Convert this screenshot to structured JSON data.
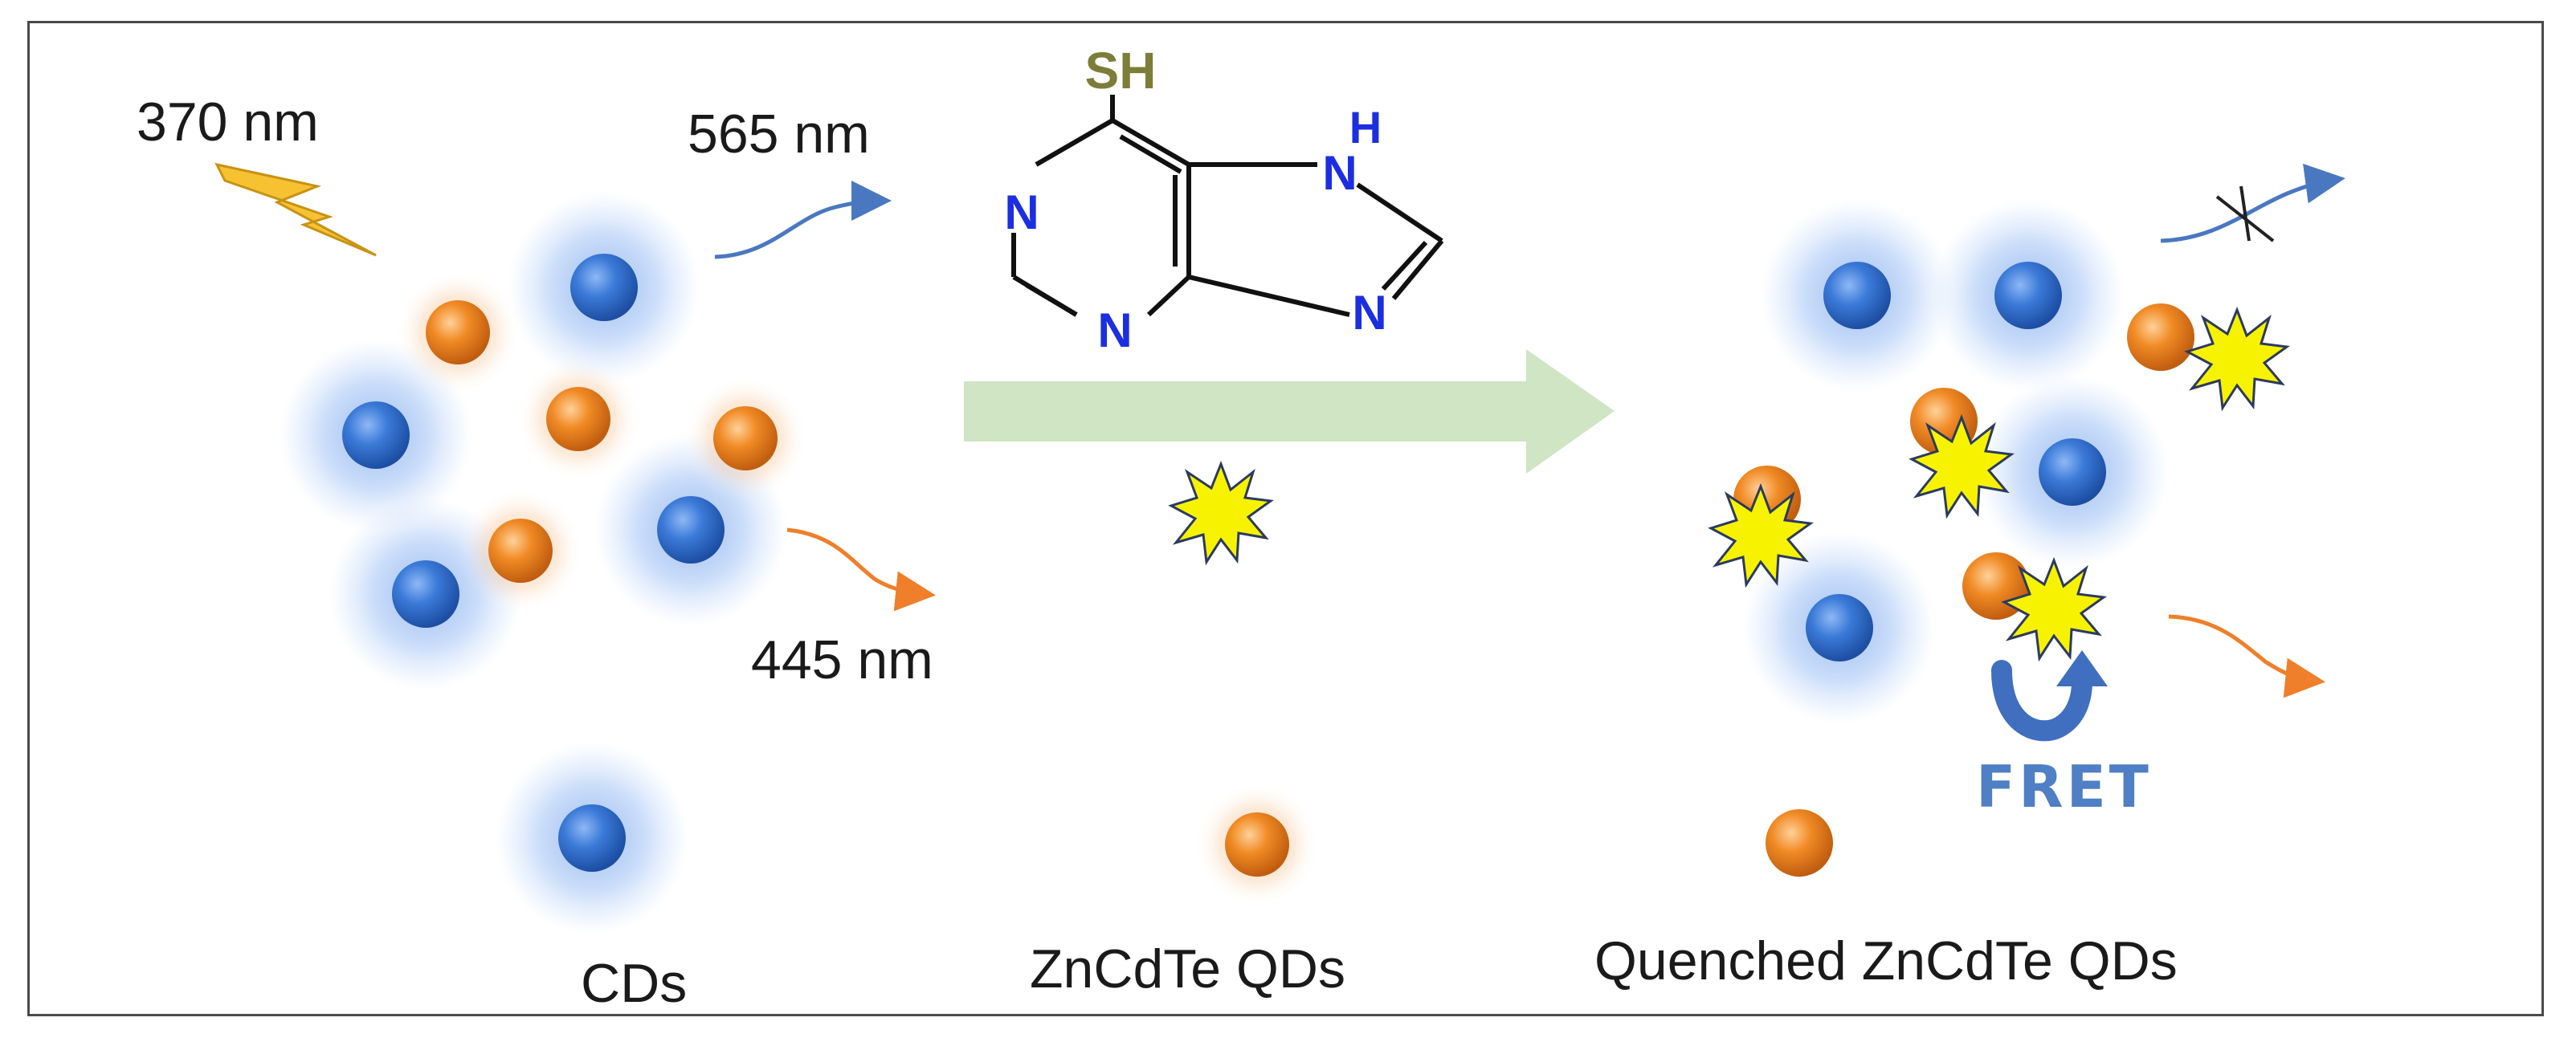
{
  "labels": {
    "excitation": "370 nm",
    "emission_orange": "565 nm",
    "emission_blue": "445 nm",
    "cds": "CDs",
    "qds": "ZnCdTe QDs",
    "quenched_qds": "Quenched ZnCdTe QDs",
    "fret": "FRET"
  },
  "molecule": {
    "thiol": "SH",
    "n1": "N",
    "n3": "N",
    "n7_h": "H",
    "n7": "N",
    "n9": "N"
  },
  "colors": {
    "cd_blue": "#2f6fd0",
    "qd_orange": "#f08a24",
    "analyte_star": "#f7f300",
    "reaction_arrow": "#cfe5c4",
    "blue_arrow": "#4a78c0",
    "orange_arrow": "#ef7f2a",
    "fret_text": "#4f7fc4",
    "nitrogen": "#1c2fe0",
    "sulfur": "#7d7d3a"
  },
  "icons": [
    "lightning-bolt-icon",
    "analyte-star-icon",
    "fret-arrow-icon",
    "blocked-emission-icon"
  ]
}
